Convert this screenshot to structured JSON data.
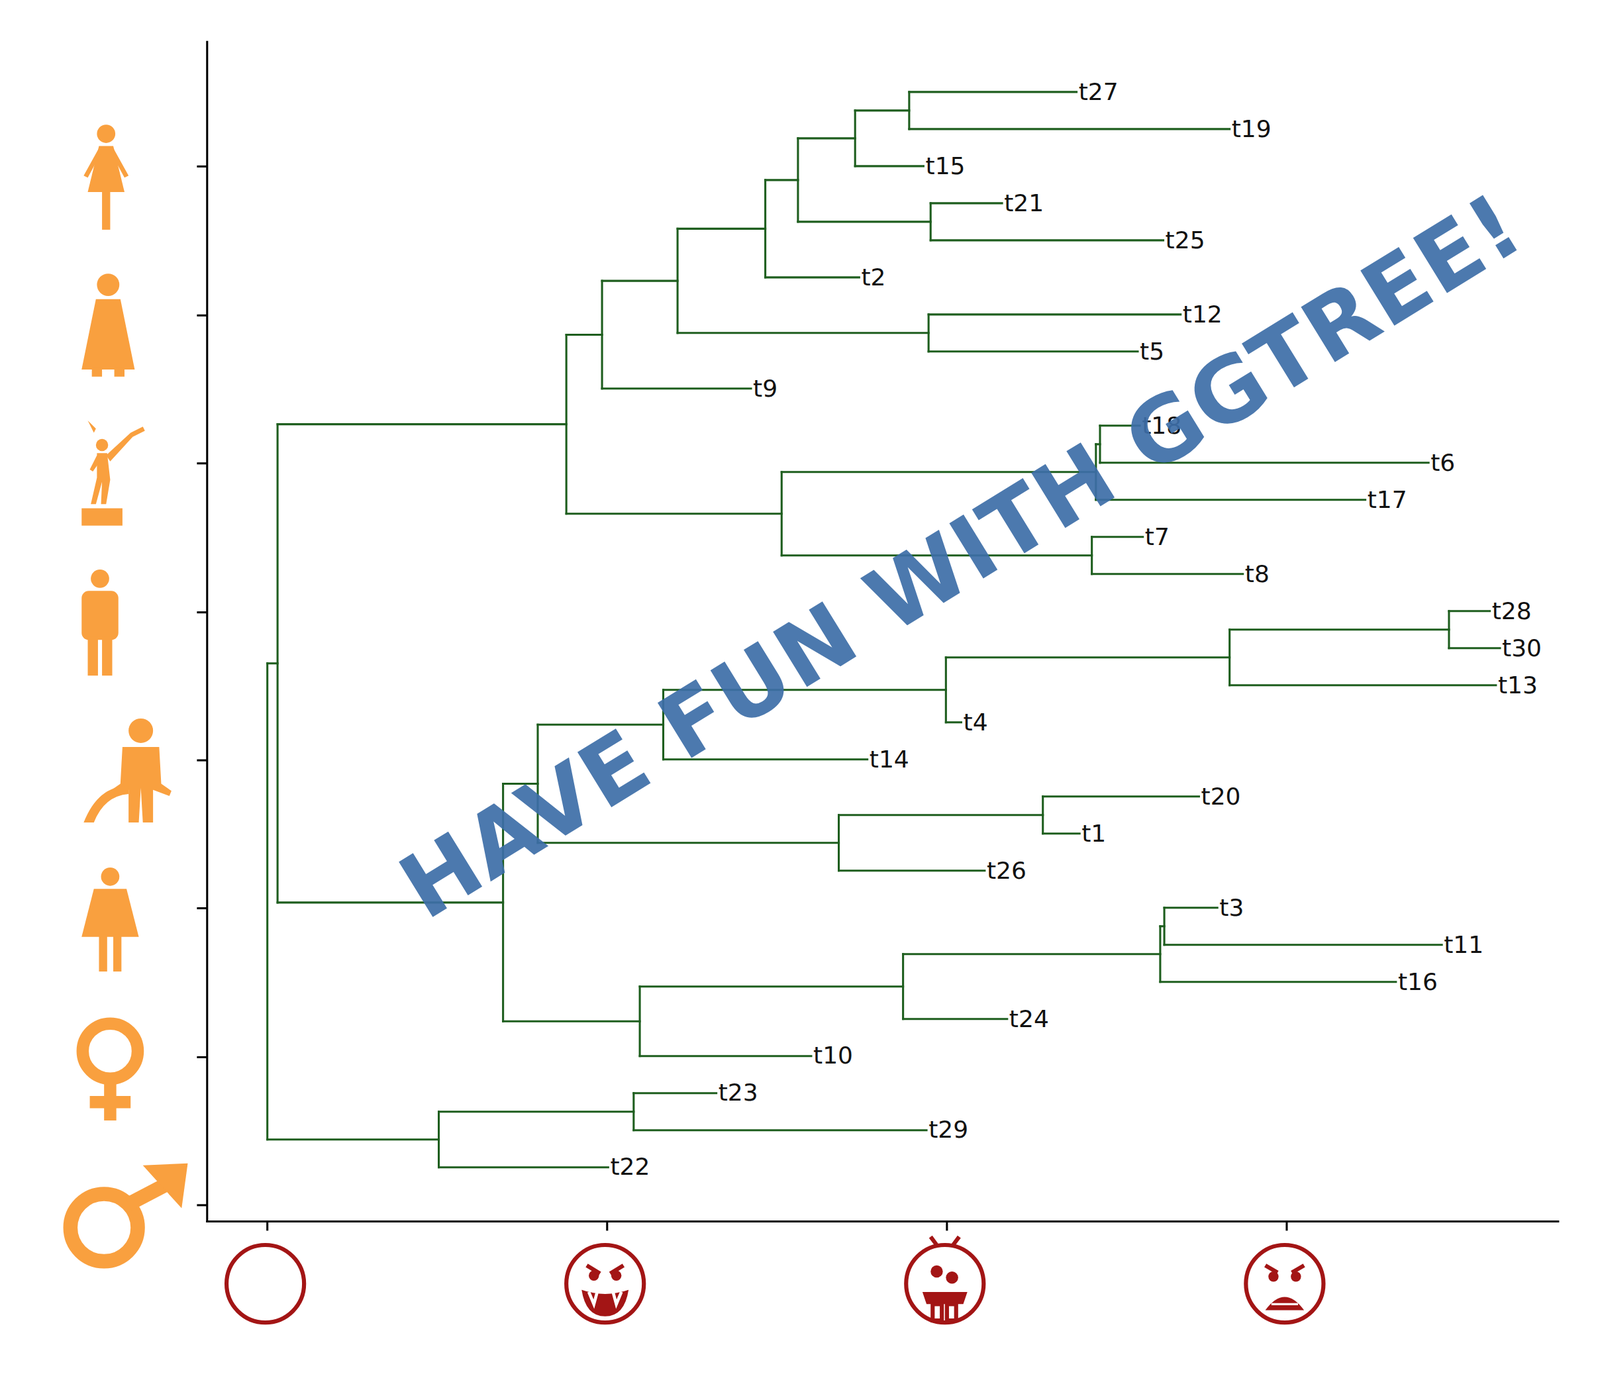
{
  "diagram": {
    "labels": [
      "t27",
      "t19",
      "t15",
      "t21",
      "t25",
      "t2",
      "t12",
      "t5",
      "t9",
      "t18",
      "t6",
      "t17",
      "t7",
      "t8",
      "t28",
      "t30",
      "t13",
      "t4",
      "t14",
      "t20",
      "t1",
      "t26",
      "t3",
      "t11",
      "t16",
      "t24",
      "t10",
      "t23",
      "t29",
      "t22",
      "HAVE FUN WITH GGTREE!"
    ]
  }
}
